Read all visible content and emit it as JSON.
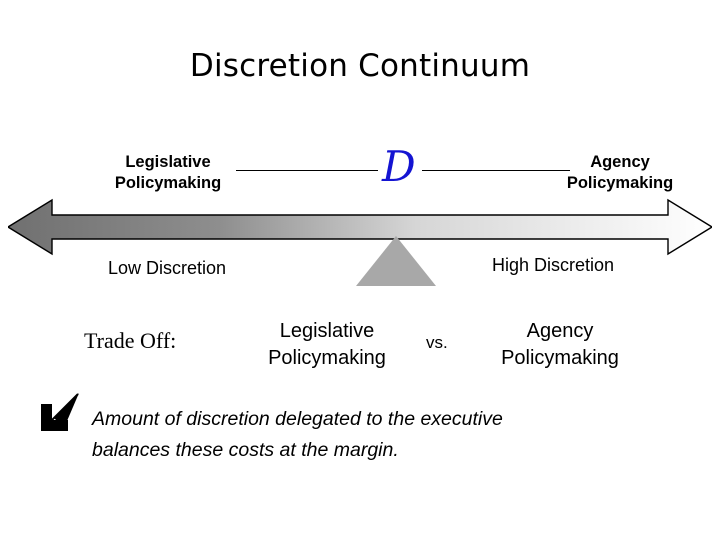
{
  "slide": {
    "title": "Discretion Continuum",
    "diagram": {
      "left_label": "Legislative\nPolicymaking",
      "left_label_line1": "Legislative",
      "left_label_line2": "Policymaking",
      "center_symbol": "D",
      "right_label_line1": "Agency",
      "right_label_line2": "Policymaking",
      "low_end": "Low Discretion",
      "high_end": "High Discretion",
      "arrow_fill_left_color": "#808080",
      "arrow_fill_right_color": "#ffffff",
      "arrow_outline_color": "#000000",
      "fulcrum_color": "#a8a8a8",
      "symbol_color": "#1414d2"
    },
    "tradeoff": {
      "label": "Trade Off:",
      "left_line1": "Legislative",
      "left_line2": "Policymaking",
      "versus": "vs.",
      "right_line1": "Agency",
      "right_line2": "Policymaking"
    },
    "bullet": {
      "icon": "arrow-down-left-icon",
      "line1": "Amount of discretion delegated to the executive",
      "line2": "balances these costs at the margin."
    }
  }
}
